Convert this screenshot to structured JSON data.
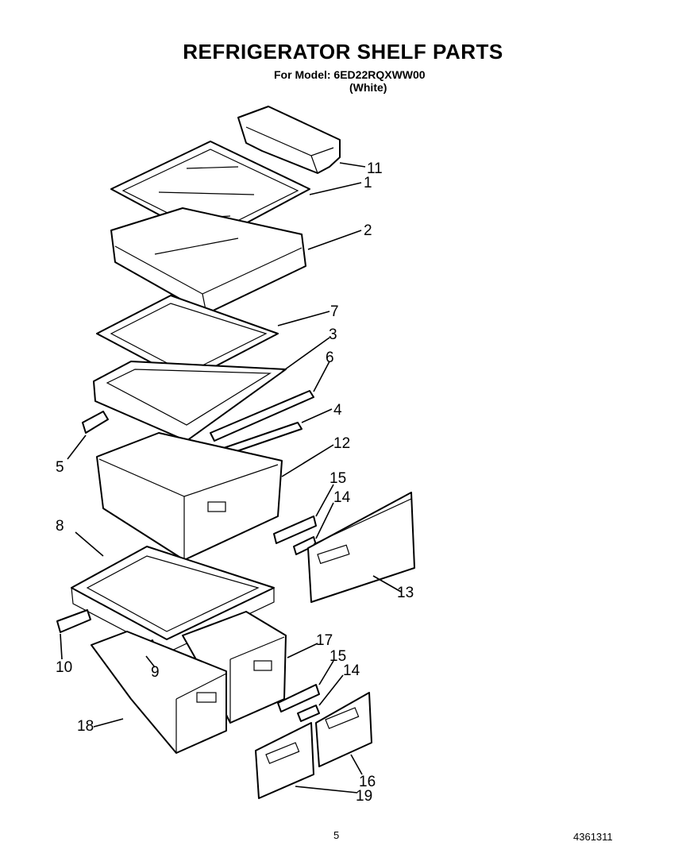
{
  "header": {
    "title": "REFRIGERATOR SHELF PARTS",
    "model_line": "For Model: 6ED22RQXWW00",
    "color_line": "(White)"
  },
  "callouts": [
    "11",
    "1",
    "2",
    "7",
    "3",
    "6",
    "4",
    "5",
    "12",
    "15",
    "14",
    "8",
    "13",
    "10",
    "9",
    "17",
    "15",
    "14",
    "18",
    "16",
    "19"
  ],
  "footer": {
    "page_number": "5",
    "document_number": "4361311"
  }
}
